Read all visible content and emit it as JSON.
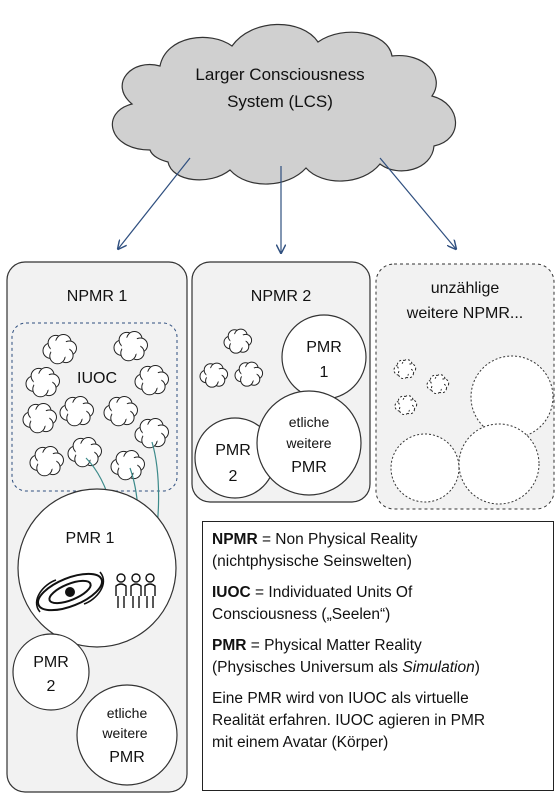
{
  "lcs": {
    "line1": "Larger Consciousness",
    "line2": "System (LCS)"
  },
  "npmr1": {
    "title": "NPMR 1",
    "iuoc_label": "IUOC",
    "pmr1": "PMR 1",
    "pmr2": {
      "line1": "PMR",
      "line2": "2"
    },
    "more_pmr": {
      "line1": "etliche",
      "line2": "weitere",
      "line3": "PMR"
    }
  },
  "npmr2": {
    "title": "NPMR 2",
    "pmr1": {
      "line1": "PMR",
      "line2": "1"
    },
    "pmr2": {
      "line1": "PMR",
      "line2": "2"
    },
    "more_pmr": {
      "line1": "etliche",
      "line2": "weitere",
      "line3": "PMR"
    }
  },
  "more_npmr": {
    "line1": "unzählige",
    "line2": "weitere NPMR..."
  },
  "legend": {
    "npmr_term": "NPMR",
    "npmr_def1": " = Non Physical Reality",
    "npmr_def2": "(nichtphysische Seinswelten)",
    "iuoc_term": "IUOC",
    "iuoc_def1": " = Individuated Units Of",
    "iuoc_def2": "Consciousness („Seelen“)",
    "pmr_term": "PMR",
    "pmr_def1": " = Physical Matter Reality",
    "pmr_def2a": "(Physisches Universum als ",
    "pmr_def2b": "Simulation",
    "pmr_def2c": ")",
    "note1": "Eine PMR wird von IUOC als virtuelle",
    "note2": "Realität erfahren. IUOC agieren in PMR",
    "note3": "mit einem Avatar (Körper)"
  },
  "colors": {
    "cloud": "#d0d0d0",
    "panel": "#f2f2f2",
    "line": "#333333",
    "arrow": "#2f4f7f",
    "tether": "#3c8a8a"
  }
}
